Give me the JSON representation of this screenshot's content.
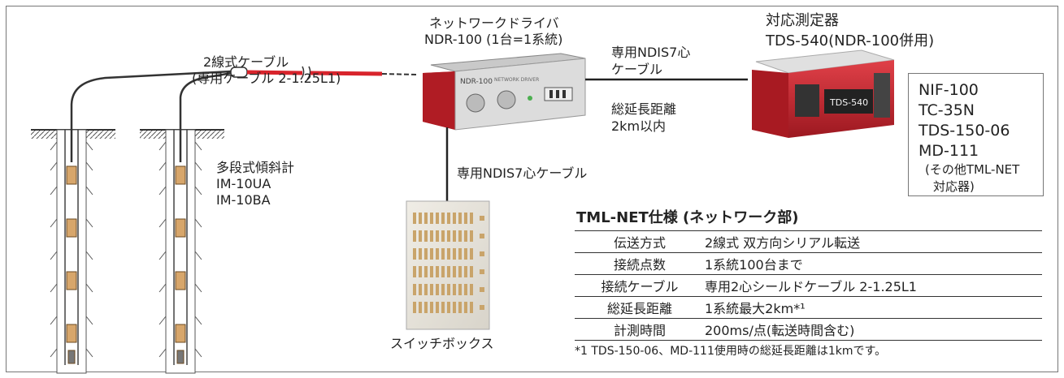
{
  "cable": {
    "title": "2線式ケーブル",
    "subtitle": "(専用ケーブル 2-1.25L1)"
  },
  "driver": {
    "title": "ネットワークドライバ",
    "model": "NDR-100 (1台=1系統)",
    "panel_name": "NDR-100",
    "panel_brand": "NETWORK DRIVER"
  },
  "link_cable": {
    "line1": "専用NDIS7心",
    "line2": "ケーブル",
    "distance_label": "総延長距離",
    "distance_value": "2km以内"
  },
  "instrument": {
    "title": "対応測定器",
    "model": "TDS-540(NDR-100併用)",
    "screen_text": "TDS-540"
  },
  "devices": {
    "items": [
      "NIF-100",
      "TC-35N",
      "TDS-150-06",
      "MD-111"
    ],
    "note_line1": "(その他TML-NET",
    "note_line2": "対応器)"
  },
  "inclinometer": {
    "name": "多段式傾斜計",
    "models": [
      "IM-10UA",
      "IM-10BA"
    ]
  },
  "switch_cable_label": "専用NDIS7心ケーブル",
  "switch_box_label": "スイッチボックス",
  "spec": {
    "title": "TML-NET仕様 (ネットワーク部)",
    "rows": [
      {
        "key": "伝送方式",
        "value": "2線式 双方向シリアル転送"
      },
      {
        "key": "接続点数",
        "value": "1系統100台まで"
      },
      {
        "key": "接続ケーブル",
        "value": "専用2心シールドケーブル 2-1.25L1"
      },
      {
        "key": "総延長距離",
        "value": "1系統最大2km*¹"
      },
      {
        "key": "計測時間",
        "value": "200ms/点(転送時間含む)"
      }
    ],
    "footnote": "*1  TDS-150-06、MD-111使用時の総延長距離は1kmです。"
  },
  "colors": {
    "device_red": "#c8202a",
    "cable_red": "#d8242c",
    "ground_brown": "#8a5a30",
    "frame_gray": "#777777"
  }
}
